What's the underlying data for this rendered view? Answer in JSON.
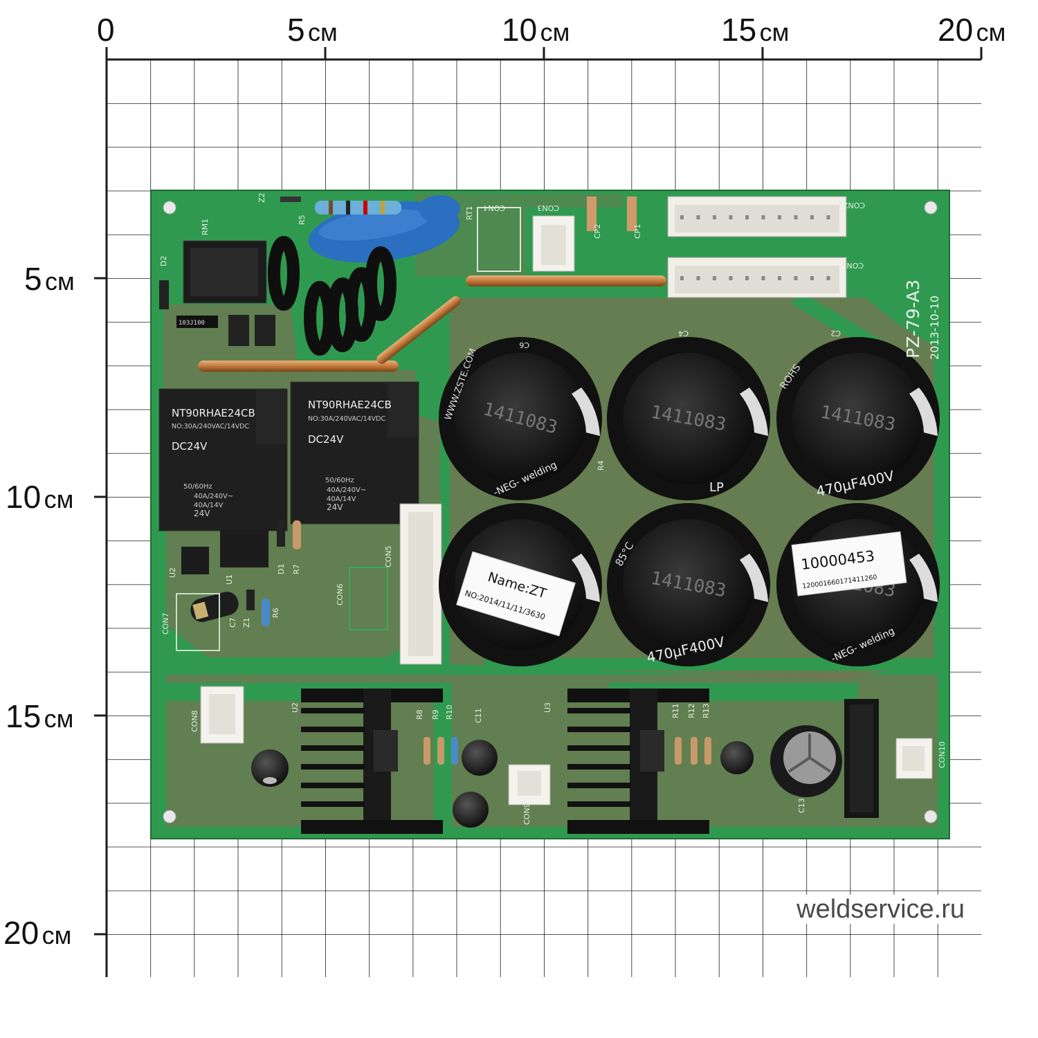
{
  "ruler": {
    "top_labels": [
      {
        "num": "0",
        "unit": ""
      },
      {
        "num": "5",
        "unit": "см"
      },
      {
        "num": "10",
        "unit": "см"
      },
      {
        "num": "15",
        "unit": "см"
      },
      {
        "num": "20",
        "unit": "см"
      }
    ],
    "left_labels": [
      {
        "num": "5",
        "unit": "см"
      },
      {
        "num": "10",
        "unit": "см"
      },
      {
        "num": "15",
        "unit": "см"
      },
      {
        "num": "20",
        "unit": "см"
      }
    ]
  },
  "board": {
    "model": "PZ-79-A3",
    "date": "2013-10-10",
    "relays": [
      {
        "model": "NT90RHAE24CB",
        "rating": "NO:30A/240VAC/14VDC",
        "coil": "DC24V",
        "spec1": "50/60Hz",
        "spec2": "40A/240V~",
        "spec3": "40A/14V",
        "spec4": "24V"
      },
      {
        "model": "NT90RHAE24CB",
        "rating": "NO:30A/240VAC/14VDC",
        "coil": "DC24V",
        "spec1": "50/60Hz",
        "spec2": "40A/240V~",
        "spec3": "40A/14V",
        "spec4": "24V"
      }
    ],
    "capacitor_code": "1411083",
    "capacitor_value": "470µF400V",
    "capacitor_brand": "-NEG- welding",
    "capacitor_url": "WWW.ZSTE.COM",
    "rohs": "ROHS",
    "temp": "85°C",
    "lp": "LP",
    "sticker_name": "Name:ZT",
    "sticker_no": "NO:2014/11/11/3630",
    "barcode_number": "10000453",
    "barcode_sub": "120001660171411260",
    "ref_labels": [
      "CON4",
      "CON3",
      "CON2",
      "CON1",
      "CON5",
      "CON6",
      "CON7",
      "CON8",
      "CON9",
      "CON10",
      "CP2",
      "CP1",
      "RT1",
      "R5",
      "RM1",
      "D2",
      "Z2",
      "C6",
      "C4",
      "C2",
      "R4",
      "U2",
      "U3",
      "R8",
      "R9",
      "R10",
      "C11",
      "R11",
      "R12",
      "R13",
      "C13",
      "R7",
      "D1",
      "R6",
      "C7",
      "Z1",
      "U2",
      "U1"
    ],
    "ic_marking": "103J100"
  },
  "watermark": "weldservice.ru",
  "colors": {
    "pcb_green": "#2f9a4f",
    "copper": "#8a6a52",
    "grid": "#1a1a1a"
  }
}
